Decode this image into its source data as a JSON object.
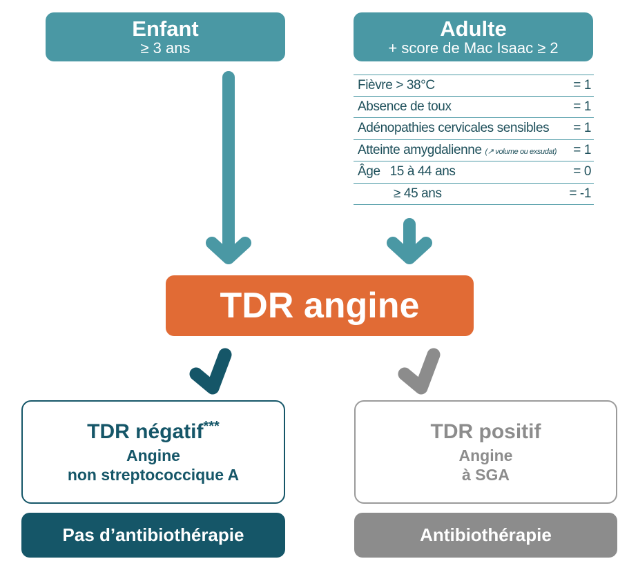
{
  "enfant": {
    "title": "Enfant",
    "subtitle": "≥ 3 ans"
  },
  "adulte": {
    "title": "Adulte",
    "subtitle": "+ score de Mac Isaac ≥ 2"
  },
  "score": {
    "rows": [
      {
        "label": "Fièvre > 38°C",
        "value": "= 1"
      },
      {
        "label": "Absence de toux",
        "value": "= 1"
      },
      {
        "label": "Adénopathies cervicales sensibles",
        "value": "= 1"
      },
      {
        "label": "Atteinte amygdalienne",
        "note": "(↗ volume ou exsudat)",
        "value": "= 1"
      },
      {
        "label": "Âge",
        "range": "15 à 44 ans",
        "value": "= 0"
      },
      {
        "range": "≥ 45 ans",
        "value": "= -1"
      }
    ]
  },
  "tdr": {
    "label": "TDR angine"
  },
  "negatif": {
    "title": "TDR négatif",
    "stars": "***",
    "line1": "Angine",
    "line2": "non streptococcique A",
    "outcome": "Pas d’antibiothérapie"
  },
  "positif": {
    "title": "TDR positif",
    "line1": "Angine",
    "line2": "à SGA",
    "outcome": "Antibiothérapie"
  },
  "colors": {
    "teal": "#4a98a4",
    "dark_teal": "#155668",
    "orange": "#e16b35",
    "gray": "#8c8c8c"
  }
}
